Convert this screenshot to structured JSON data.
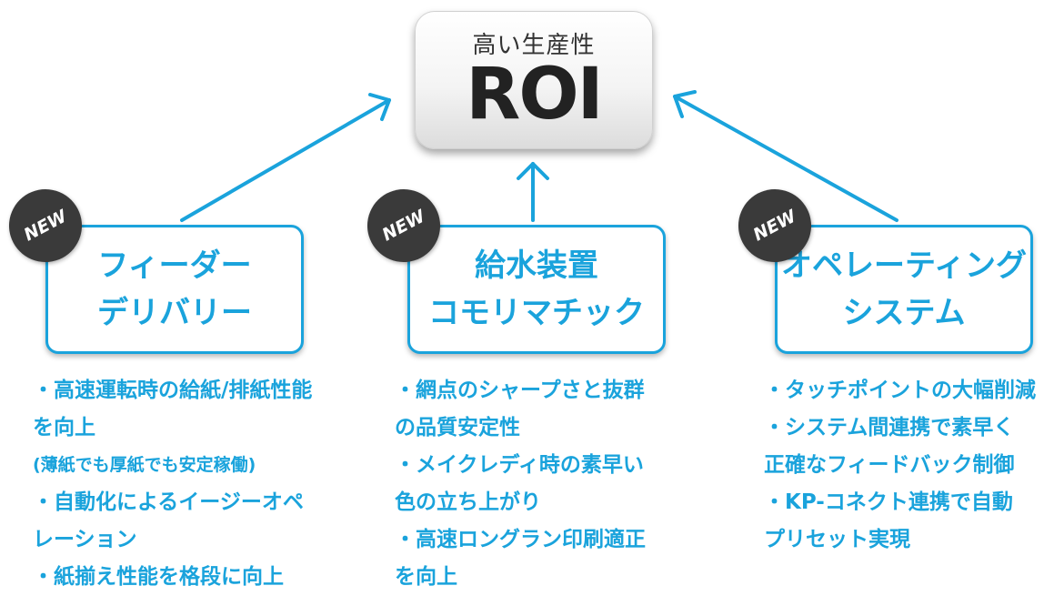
{
  "roi": {
    "subtitle": "高い生産性",
    "title": "ROI"
  },
  "badges": [
    "NEW",
    "NEW",
    "NEW"
  ],
  "features": {
    "feeder": {
      "line1": "フィーダー",
      "line2": "デリバリー",
      "bullets": [
        "・高速運転時の給紙/排紙性能",
        "を向上",
        "(薄紙でも厚紙でも安定稼働)",
        "・自動化によるイージーオペ",
        "レーション",
        "・紙揃え性能を格段に向上"
      ]
    },
    "water": {
      "line1": "給水装置",
      "line2": "コモリマチック",
      "bullets": [
        "・網点のシャープさと抜群",
        "の品質安定性",
        "・メイクレディ時の素早い",
        "色の立ち上がり",
        "・高速ロングラン印刷適正",
        "を向上"
      ]
    },
    "ops": {
      "line1": "オペレーティング",
      "line2": "システム",
      "bullets": [
        "・タッチポイントの大幅削減",
        "・システム間連携で素早く",
        "正確なフィードバック制御",
        "・KP-コネクト連携で自動",
        "プリセット実現"
      ]
    }
  },
  "colors": {
    "accent": "#1aa3dc",
    "badge": "#3a3a3a",
    "roi_text": "#222222"
  }
}
